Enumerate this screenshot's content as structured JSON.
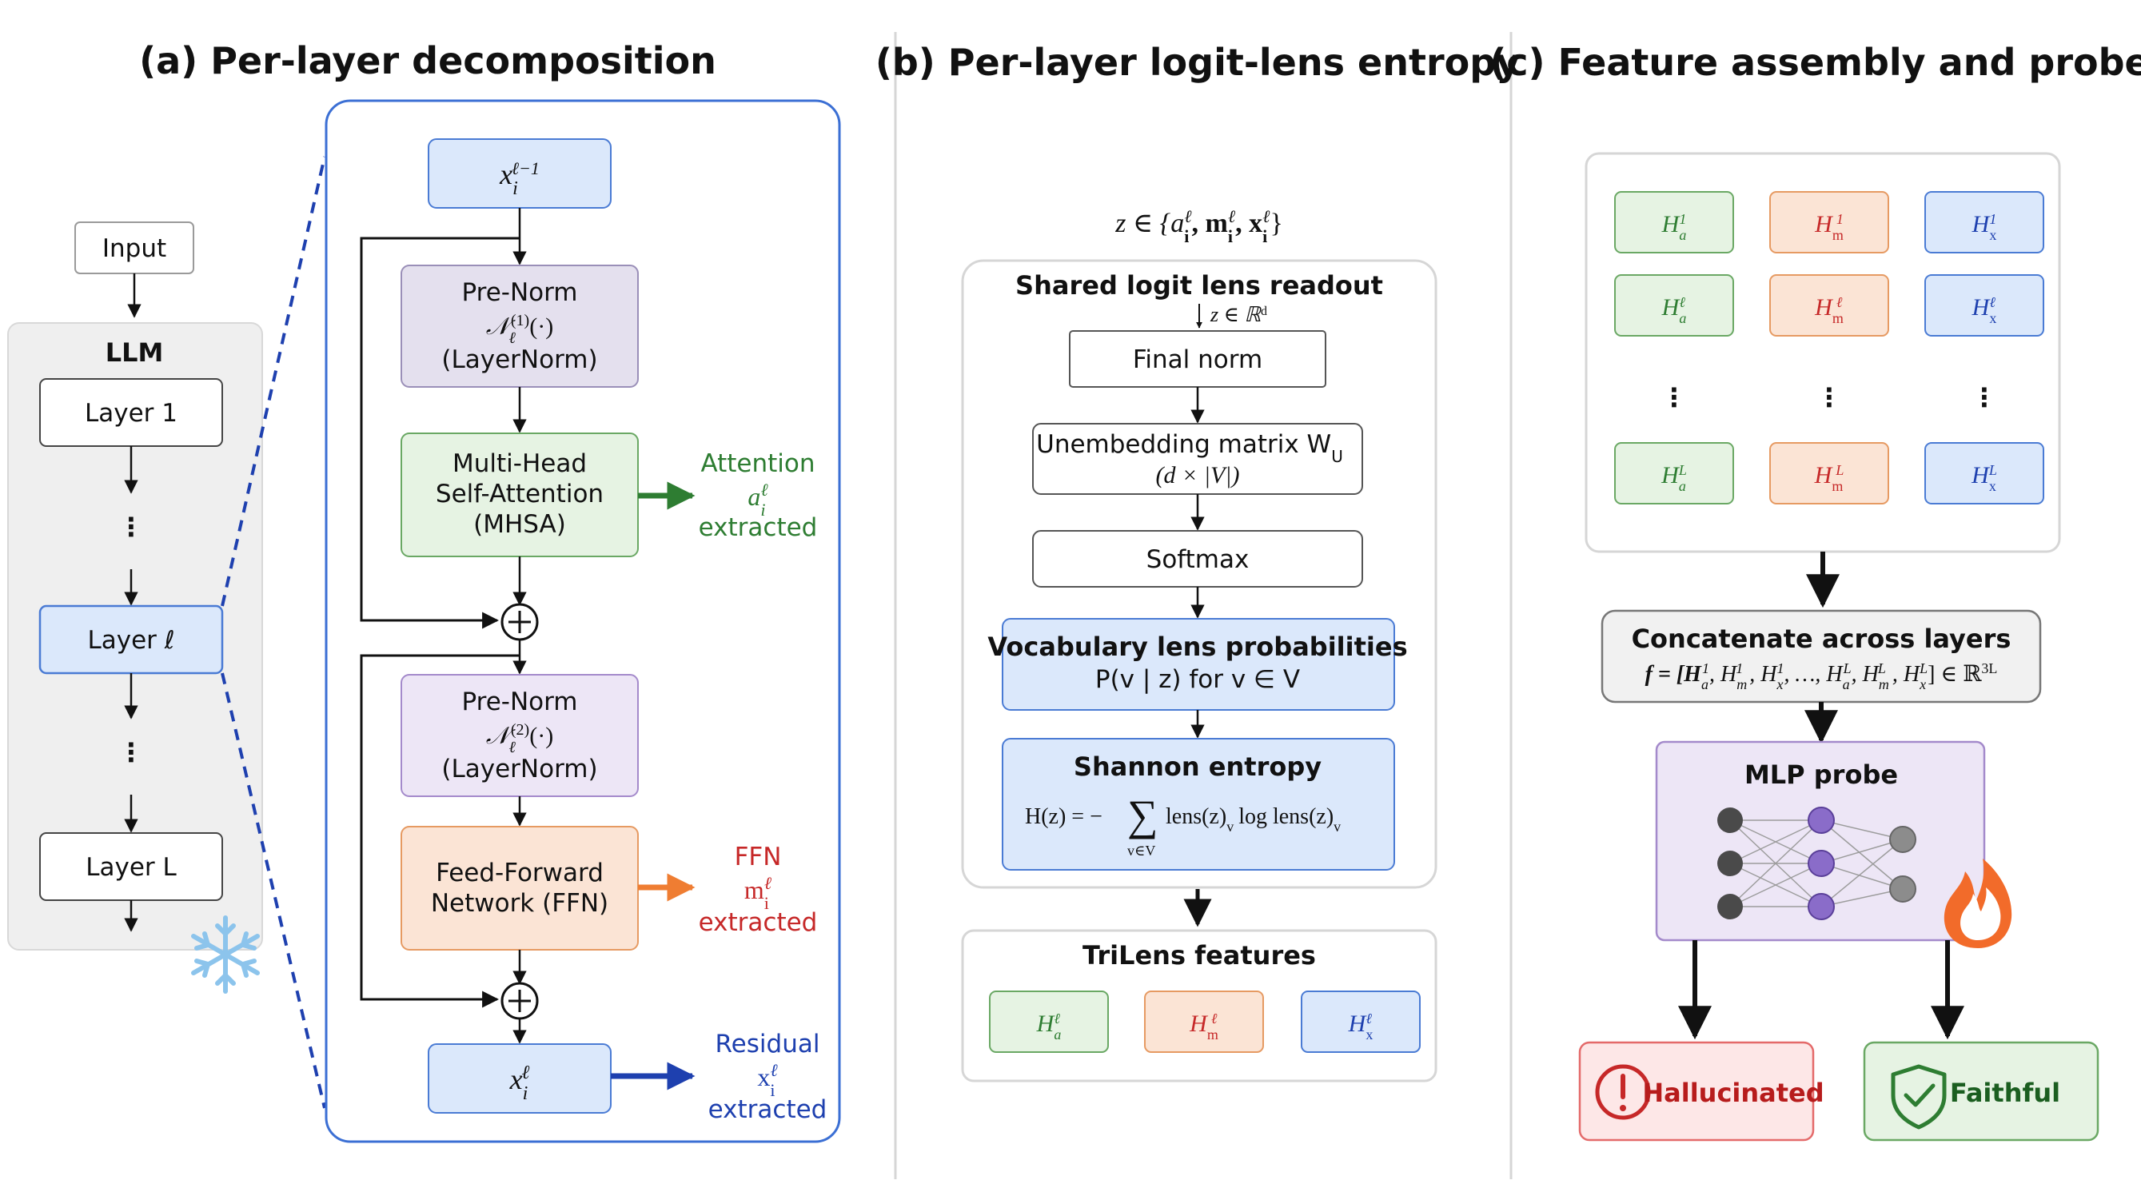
{
  "panel_a": {
    "title": "(a) Per-layer decomposition",
    "input_label": "Input",
    "llm_label": "LLM",
    "layer_1": "Layer 1",
    "layer_l": "Layer ℓ",
    "layer_L": "Layer L",
    "dots": "⋮",
    "x_prev": {
      "base": "x",
      "sub": "i",
      "sup": "ℓ−1"
    },
    "prenorm1": {
      "line1": "Pre-Norm",
      "sym": "𝒩",
      "sub": "ℓ",
      "sup": "(1)",
      "arg": "(·)",
      "line3": "(LayerNorm)"
    },
    "mhsa": {
      "line1": "Multi-Head",
      "line2": "Self-Attention",
      "line3": "(MHSA)"
    },
    "attention_out": {
      "line1": "Attention",
      "sym_base": "a",
      "sym_sub": "i",
      "sym_sup": "ℓ",
      "line3": "extracted",
      "color": "#2e7d32"
    },
    "prenorm2": {
      "line1": "Pre-Norm",
      "sym": "𝒩",
      "sub": "ℓ",
      "sup": "(2)",
      "arg": "(·)",
      "line3": "(LayerNorm)"
    },
    "ffn": {
      "line1": "Feed-Forward",
      "line2": "Network (FFN)"
    },
    "ffn_out": {
      "line1": "FFN",
      "sym_base": "m",
      "sym_sub": "i",
      "sym_sup": "ℓ",
      "line3": "extracted",
      "color": "#c62828"
    },
    "x_out": {
      "base": "x",
      "sub": "i",
      "sup": "ℓ"
    },
    "residual_out": {
      "line1": "Residual",
      "sym_base": "x",
      "sym_sub": "i",
      "sym_sup": "ℓ",
      "line3": "extracted",
      "color": "#1e40af"
    },
    "plus": "+"
  },
  "panel_b": {
    "title": "(b) Per-layer logit-lens entropy",
    "z_set": "z ∈ {a",
    "readout_title": "Shared logit lens readout",
    "z_in": "z ∈ ℝ",
    "z_in_sup": "d",
    "final_norm": "Final norm",
    "unembed_line1": "Unembedding matrix W",
    "unembed_sub": "U",
    "unembed_line2": "(d × |V|)",
    "softmax": "Softmax",
    "vocab_title": "Vocabulary lens probabilities",
    "vocab_formula": "P(v | z) for v ∈ V",
    "entropy_title": "Shannon entropy",
    "entropy_lhs": "H(z) = −",
    "entropy_sum": "∑",
    "entropy_under": "v∈V",
    "entropy_rhs": "lens(z)",
    "entropy_log": "log lens(z)",
    "entropy_v": "v",
    "trilens_title": "TriLens features",
    "features": [
      {
        "sub": "a",
        "color": "#2e7d32"
      },
      {
        "sub": "m",
        "color": "#c62828"
      },
      {
        "sub": "x",
        "color": "#1e40af"
      }
    ],
    "feat_base": "H",
    "feat_sup": "ℓ"
  },
  "panel_c": {
    "title": "(c) Feature assembly and probe",
    "rows_sup": [
      "1",
      "ℓ",
      "L"
    ],
    "cols": [
      {
        "sub": "a",
        "color": "#2e7d32"
      },
      {
        "sub": "m",
        "color": "#c62828"
      },
      {
        "sub": "x",
        "color": "#1e40af"
      }
    ],
    "feat_base": "H",
    "concat_title": "Concatenate across layers",
    "concat_formula": "f = [H",
    "mlp_title": "MLP probe",
    "hallucinated": "Hallucinated",
    "faithful": "Faithful",
    "colors": {
      "green_fill": "#e6f3e3",
      "green_stroke": "#6aa864",
      "orange_fill": "#fbe4d5",
      "orange_stroke": "#e69a62",
      "blue_fill": "#dbe8fb",
      "blue_stroke": "#4a7bd4",
      "red_fill": "#fde7e7",
      "red_stroke": "#e46a6a",
      "purple_fill": "#ede6f6",
      "purple_stroke": "#a48acb",
      "gray_fill": "#f1f1f1",
      "gray_stroke": "#9a9a9a",
      "node_purple": "#8a6cc9",
      "node_dark": "#4a4a4a",
      "node_gray": "#8c8c8c"
    }
  }
}
